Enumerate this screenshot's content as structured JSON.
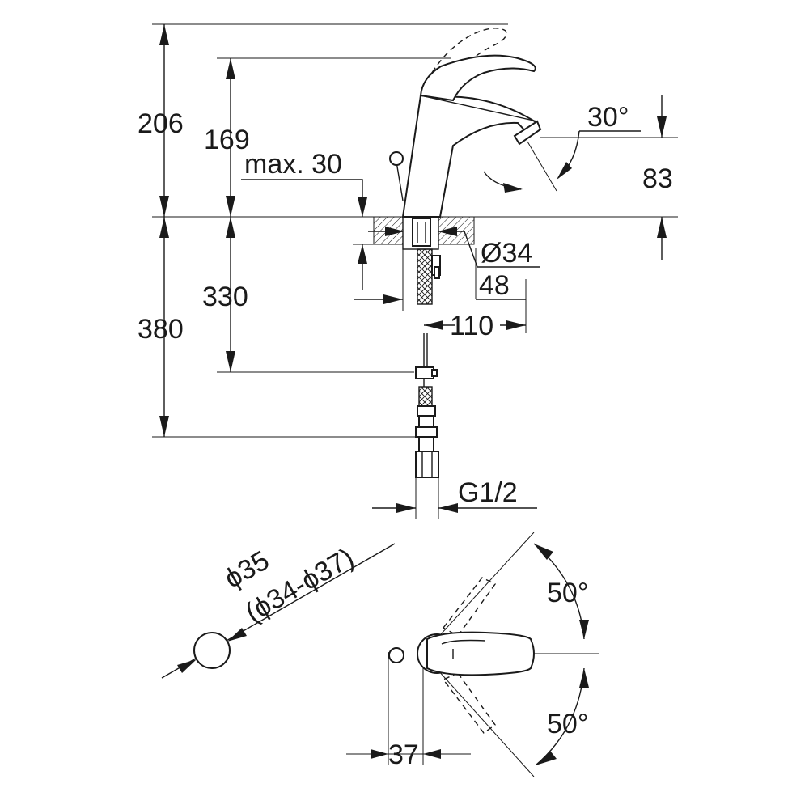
{
  "dimensions": {
    "total_height": "206",
    "spout_height": "169",
    "max_deck_thickness": "max. 30",
    "spout_angle": "30°",
    "outlet_height": "83",
    "hole_diameter": "Ø34",
    "base_offset": "48",
    "projection": "110",
    "hose_length_inner": "330",
    "hose_length_total": "380",
    "thread": "G1/2",
    "mount_hole_nominal": "ϕ35",
    "mount_hole_range": "(ϕ34-ϕ37)",
    "handle_swing_left": "50°",
    "handle_swing_right": "50°",
    "pop_up_offset": "37"
  }
}
